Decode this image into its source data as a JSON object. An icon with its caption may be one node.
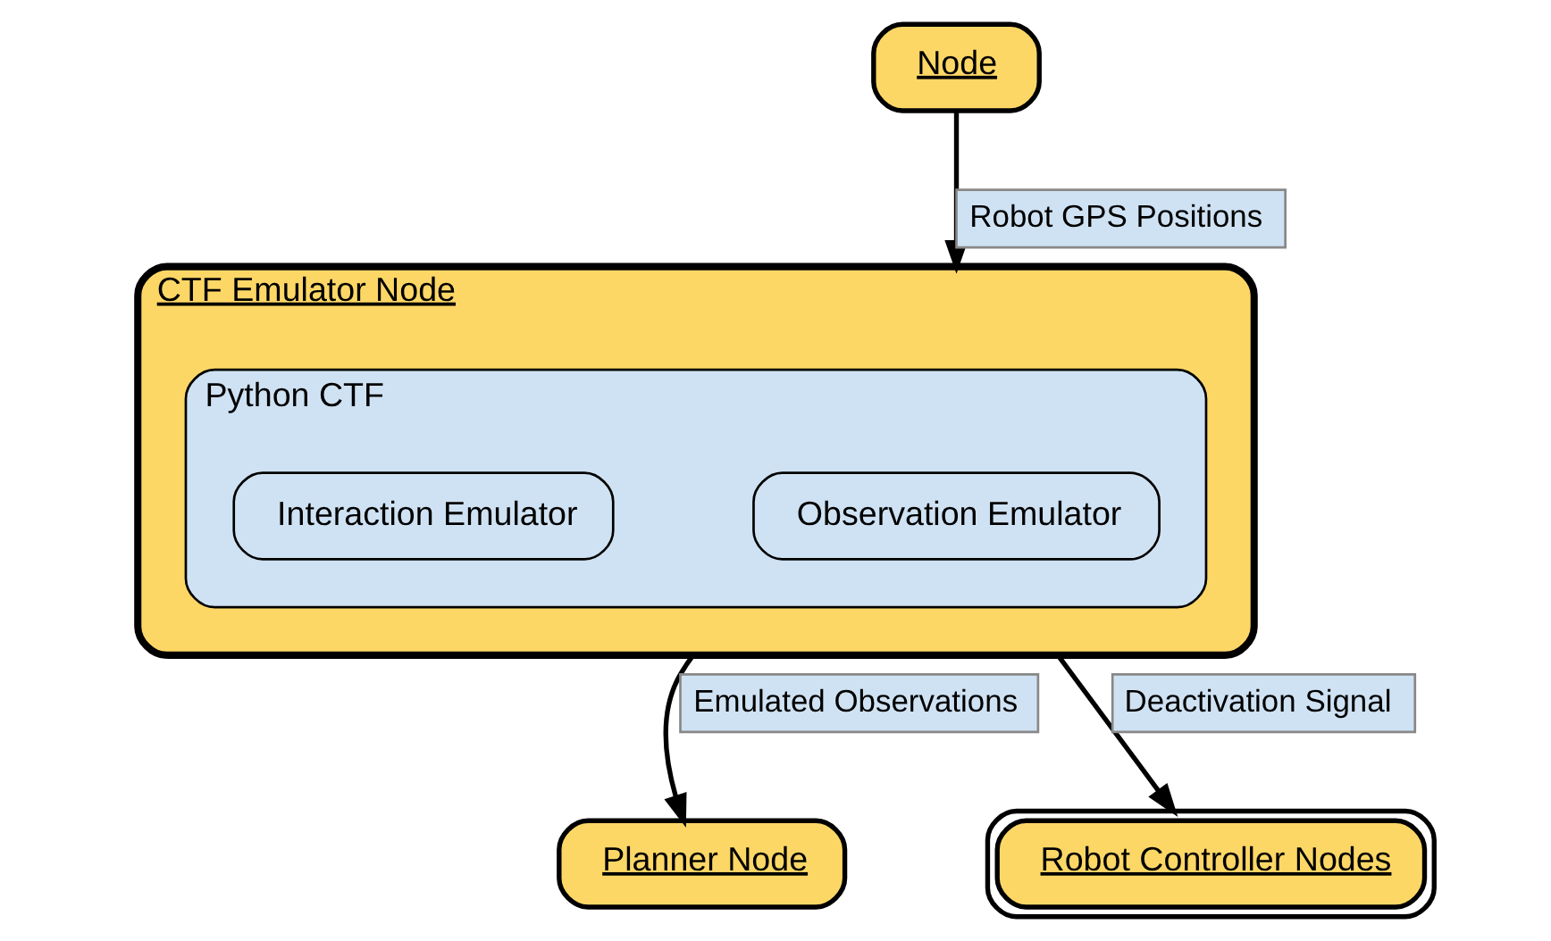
{
  "diagram": {
    "nodes": [
      {
        "text": [
          "CTF Emulator Node"
        ]
      },
      {
        "text": [
          "Python CTF"
        ],
        "in": 0
      },
      {
        "text": [
          "Observation Emulator"
        ],
        "in": 1
      },
      {
        "text": [
          "Interaction Emulator"
        ],
        "in": 1
      },
      {
        "text": [
          "Node"
        ]
      },
      {
        "text": [
          "Planner Node"
        ]
      },
      {
        "text": [
          "Robot Controller Nodes"
        ]
      }
    ],
    "edges": [
      {
        "from": 4,
        "to": 0,
        "arrow": "to",
        "label": "Robot GPS Positions"
      },
      {
        "from": 0,
        "to": 5,
        "arrow": "to",
        "label": "Emulated Observations"
      },
      {
        "from": 0,
        "to": 6,
        "arrow": "to",
        "label": "Deactivation Signal"
      }
    ]
  }
}
